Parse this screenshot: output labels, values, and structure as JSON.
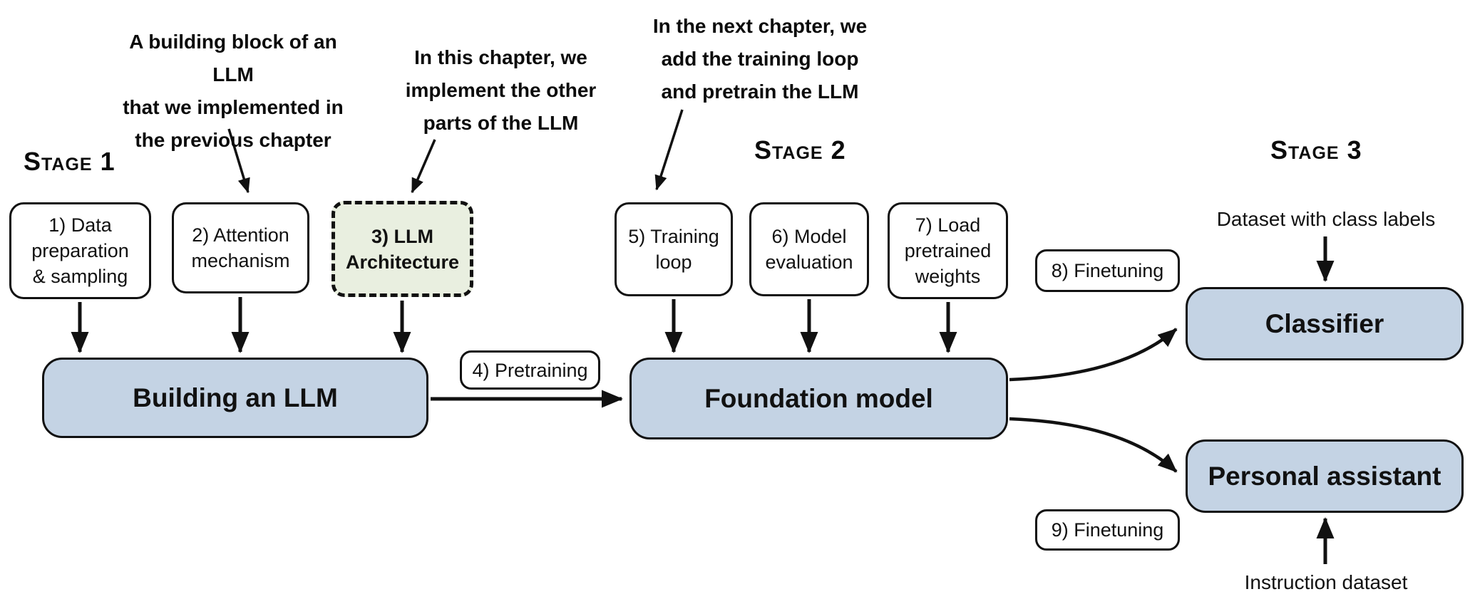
{
  "stage_labels": [
    {
      "id": "stage-1",
      "label": "Stage 1"
    },
    {
      "id": "stage-2",
      "label": "Stage 2"
    },
    {
      "id": "stage-3",
      "label": "Stage 3"
    }
  ],
  "annotations": [
    {
      "id": "note-attention",
      "text": "A building block of an LLM\nthat we implemented in\nthe previous chapter"
    },
    {
      "id": "note-architecture",
      "text": "In this chapter, we\nimplement the other\nparts of the LLM"
    },
    {
      "id": "note-pretraining",
      "text": "In the next chapter, we\nadd the training loop\nand pretrain the LLM"
    }
  ],
  "step_boxes": [
    {
      "id": "step-1",
      "label": "1) Data\npreparation\n& sampling"
    },
    {
      "id": "step-2",
      "label": "2) Attention\nmechanism"
    },
    {
      "id": "step-3",
      "label": "3) LLM\nArchitecture"
    },
    {
      "id": "step-4",
      "label": "4) Pretraining"
    },
    {
      "id": "step-5",
      "label": "5) Training\nloop"
    },
    {
      "id": "step-6",
      "label": "6) Model\nevaluation"
    },
    {
      "id": "step-7",
      "label": "7) Load\npretrained\nweights"
    },
    {
      "id": "step-8",
      "label": "8) Finetuning"
    },
    {
      "id": "step-9",
      "label": "9) Finetuning"
    }
  ],
  "main_boxes": [
    {
      "id": "building-llm",
      "label": "Building an LLM"
    },
    {
      "id": "foundation-model",
      "label": "Foundation model"
    },
    {
      "id": "classifier",
      "label": "Classifier"
    },
    {
      "id": "personal-assistant",
      "label": "Personal assistant"
    }
  ],
  "side_labels": [
    {
      "id": "dataset-class-labels",
      "label": "Dataset with class labels"
    },
    {
      "id": "instruction-dataset",
      "label": "Instruction dataset"
    }
  ],
  "colors": {
    "main_box_fill": "#c4d3e4",
    "highlight_box_fill": "#e9efe0",
    "step_box_fill": "#ffffff",
    "stroke": "#111111",
    "background": "#ffffff"
  }
}
